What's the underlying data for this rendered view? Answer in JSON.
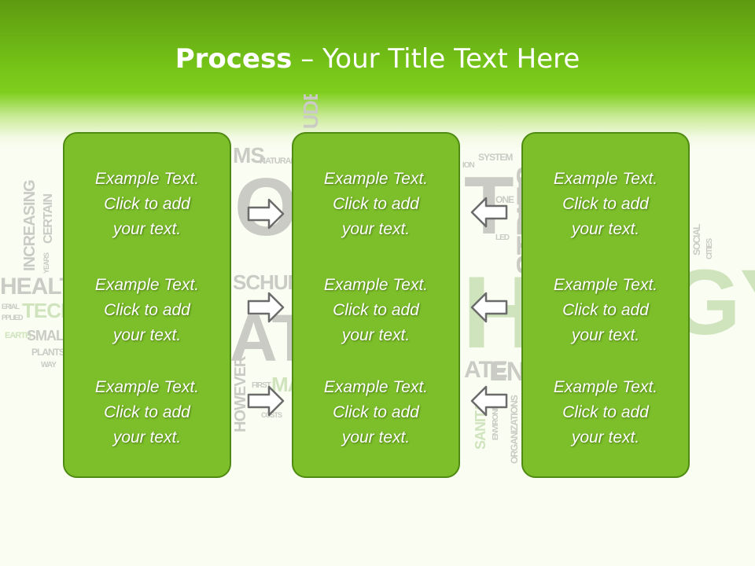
{
  "slide": {
    "title_bold": "Process",
    "title_rest": " – Your Title Text Here"
  },
  "background_words": [
    "MS",
    "NATURAL",
    "SYSTEM",
    "CERTAIN",
    "INCREASING",
    "ONE",
    "LED",
    "YEARS",
    "SOCIAL",
    "CITIES",
    "HEALTH",
    "TECHN",
    "SCHUMA",
    "ERIAL",
    "PPLIED",
    "EARTH",
    "SMALL",
    "PLANTS",
    "WAY",
    "ATE",
    "EN",
    "HOWEVER",
    "FIRST",
    "MA",
    "COSTS",
    "SANITA",
    "ENVIRONM",
    "ORGANIZATIONS",
    "GY",
    "UDE",
    "TE",
    "OF",
    "ION",
    "STRIES",
    "ATE",
    "HI"
  ],
  "boxes": [
    {
      "items": [
        {
          "l1": "Example Text.",
          "l2": "Click  to add",
          "l3": "your text."
        },
        {
          "l1": "Example Text.",
          "l2": "Click  to add",
          "l3": "your text."
        },
        {
          "l1": "Example Text.",
          "l2": "Click  to add",
          "l3": "your text."
        }
      ]
    },
    {
      "items": [
        {
          "l1": "Example Text.",
          "l2": "Click  to add",
          "l3": "your text."
        },
        {
          "l1": "Example Text.",
          "l2": "Click  to add",
          "l3": "your text."
        },
        {
          "l1": "Example Text.",
          "l2": "Click  to add",
          "l3": "your text."
        }
      ]
    },
    {
      "items": [
        {
          "l1": "Example Text.",
          "l2": "Click  to add",
          "l3": "your text."
        },
        {
          "l1": "Example Text.",
          "l2": "Click  to add",
          "l3": "your text."
        },
        {
          "l1": "Example Text.",
          "l2": "Click  to add",
          "l3": "your text."
        }
      ]
    }
  ],
  "colors": {
    "box_fill": "#7dbf2a",
    "box_border": "#4f8a12",
    "header_green": "#75c418",
    "arrow_stroke": "#6b6b6b",
    "arrow_fill": "#ffffff"
  }
}
